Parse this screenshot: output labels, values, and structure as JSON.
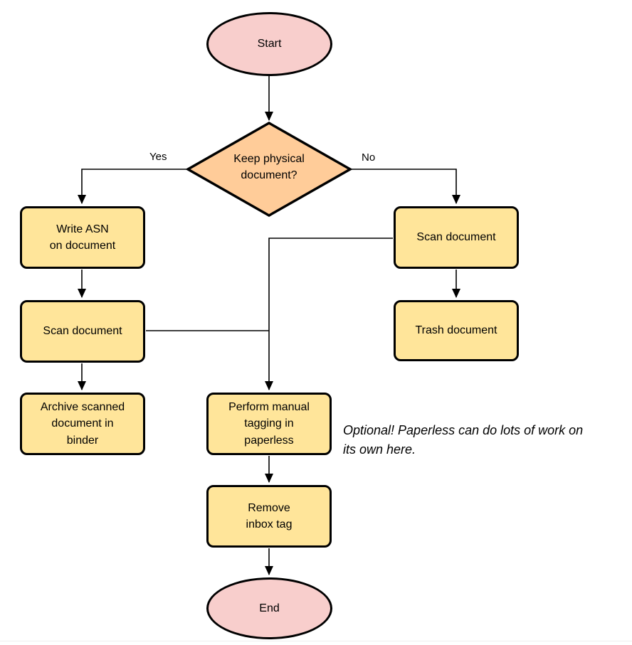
{
  "colors": {
    "background": "#ffffff",
    "stroke": "#000000",
    "terminal_fill": "#f8cecc",
    "decision_fill": "#ffcc99",
    "process_fill": "#ffe59a"
  },
  "nodes": {
    "start": {
      "type": "terminal",
      "label": "Start"
    },
    "decision": {
      "type": "decision",
      "label": "Keep physical\ndocument?"
    },
    "write_asn": {
      "type": "process",
      "label": "Write ASN\non document"
    },
    "scan_left": {
      "type": "process",
      "label": "Scan document"
    },
    "archive": {
      "type": "process",
      "label": "Archive scanned\ndocument in\nbinder"
    },
    "scan_right": {
      "type": "process",
      "label": "Scan document"
    },
    "trash": {
      "type": "process",
      "label": "Trash document"
    },
    "tagging": {
      "type": "process",
      "label": "Perform manual\ntagging in\npaperless"
    },
    "remove_inbox": {
      "type": "process",
      "label": "Remove\ninbox tag"
    },
    "end": {
      "type": "terminal",
      "label": "End"
    }
  },
  "edge_labels": {
    "yes": "Yes",
    "no": "No"
  },
  "edges": [
    {
      "from": "start",
      "to": "decision",
      "label": ""
    },
    {
      "from": "decision",
      "to": "write_asn",
      "label": "Yes"
    },
    {
      "from": "decision",
      "to": "scan_right",
      "label": "No"
    },
    {
      "from": "write_asn",
      "to": "scan_left",
      "label": ""
    },
    {
      "from": "scan_left",
      "to": "archive",
      "label": ""
    },
    {
      "from": "scan_right",
      "to": "trash",
      "label": ""
    },
    {
      "from": "scan_right",
      "to": "tagging",
      "label": ""
    },
    {
      "from": "scan_left",
      "to": "tagging",
      "label": ""
    },
    {
      "from": "tagging",
      "to": "remove_inbox",
      "label": ""
    },
    {
      "from": "remove_inbox",
      "to": "end",
      "label": ""
    }
  ],
  "note": {
    "text": "Optional! Paperless can do lots of work on\nits own here."
  }
}
